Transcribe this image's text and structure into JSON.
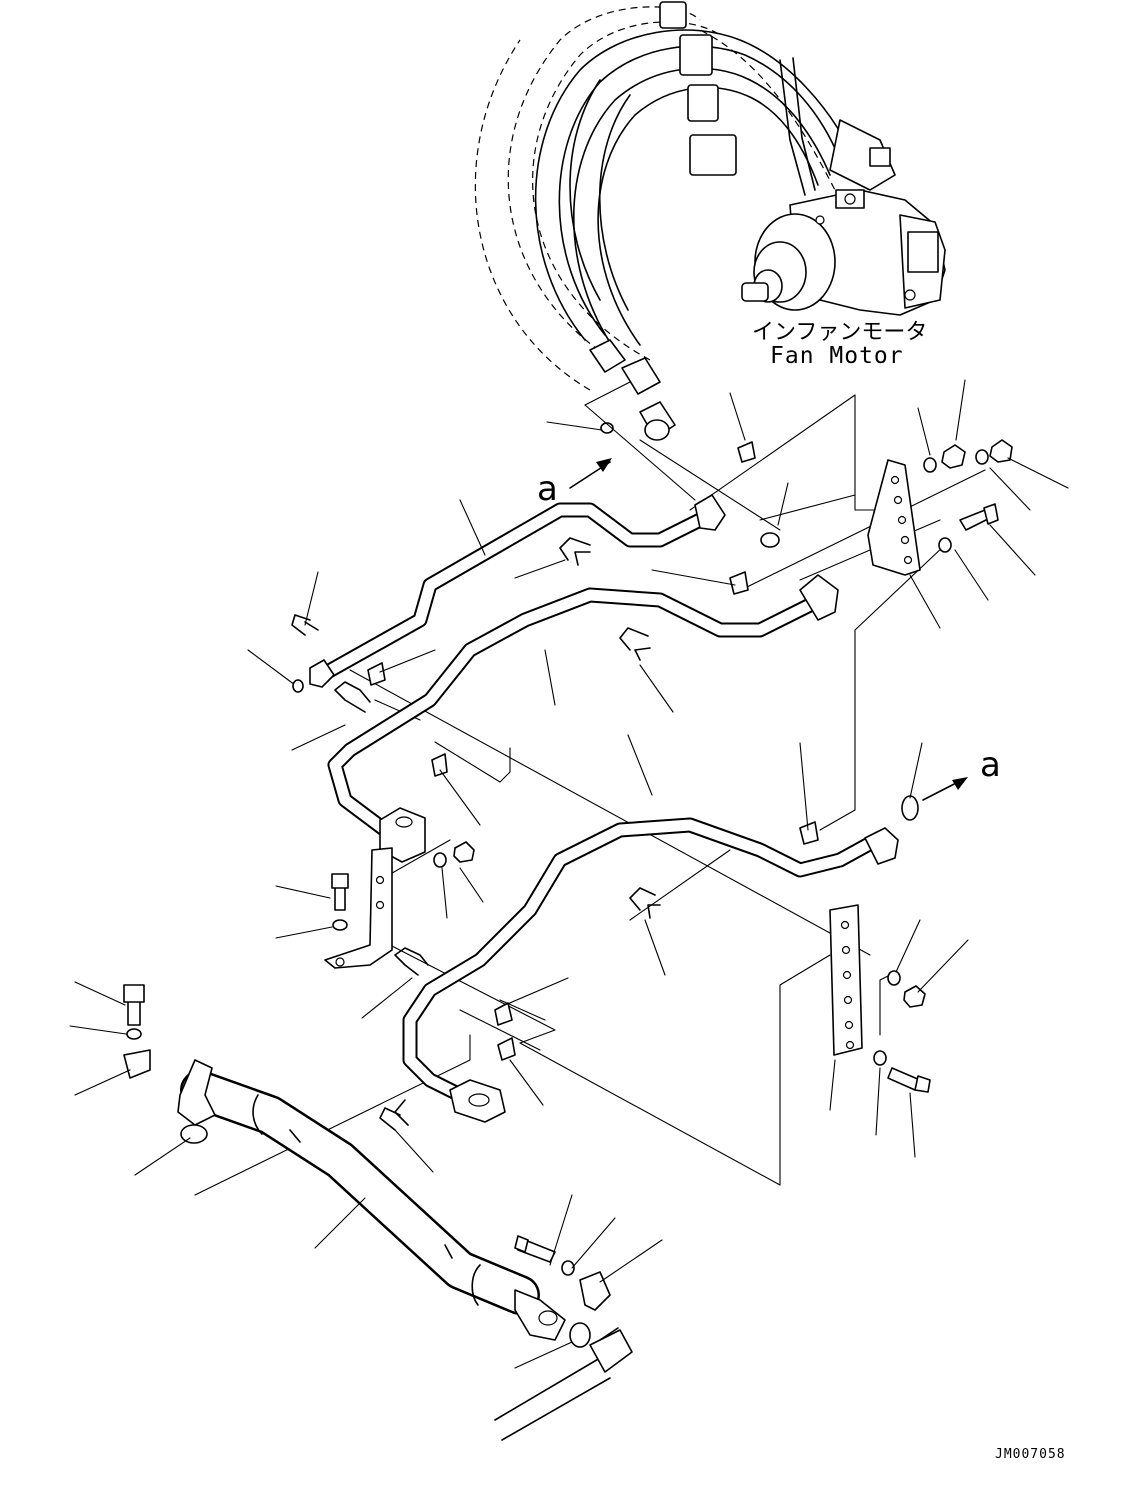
{
  "labels": {
    "fan_motor_jp": "インファンモータ",
    "fan_motor_en": "Fan Motor",
    "ref_a_top": "a",
    "ref_a_right": "a",
    "drawing_code": "JM007058"
  }
}
